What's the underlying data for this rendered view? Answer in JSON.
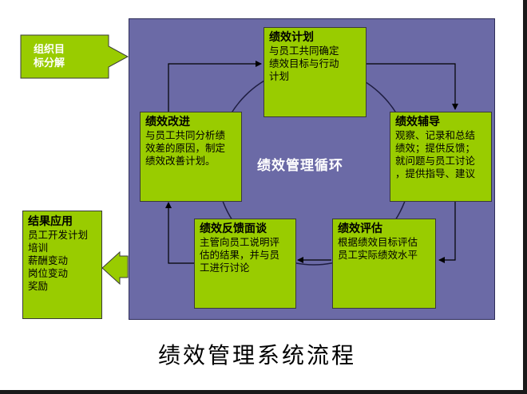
{
  "title": "绩效管理系统流程",
  "cycle_label": "绩效管理循环",
  "org_goal": {
    "line1": "组织目",
    "line2": "标分解"
  },
  "plan": {
    "title": "绩效计划",
    "desc1": "与员工共同确定",
    "desc2": "绩效目标与行动",
    "desc3": "计划"
  },
  "coach": {
    "title": "绩效辅导",
    "desc1": "观察、记录和总结",
    "desc2": "绩效；提供反馈；",
    "desc3": "就问题与员工讨论",
    "desc4": "，提供指导、建议"
  },
  "evaluate": {
    "title": "绩效评估",
    "desc1": "根据绩效目标评估",
    "desc2": "员工实际绩效水平"
  },
  "feedback": {
    "title": "绩效反馈面谈",
    "desc1": "主管向员工说明评",
    "desc2": "估的结果，并与员",
    "desc3": "工进行讨论"
  },
  "improve": {
    "title": "绩效改进",
    "desc1": "与员工共同分析绩",
    "desc2": "效差的原因，制定",
    "desc3": "绩效改善计划。"
  },
  "results": {
    "title": "结果应用",
    "items": [
      "员工开发计划",
      "培训",
      "薪酬变动",
      "岗位变动",
      "奖励"
    ]
  },
  "colors": {
    "panel": "#6b6aa6",
    "box": "#99cc00",
    "arrow_fill": "#99cc00"
  }
}
